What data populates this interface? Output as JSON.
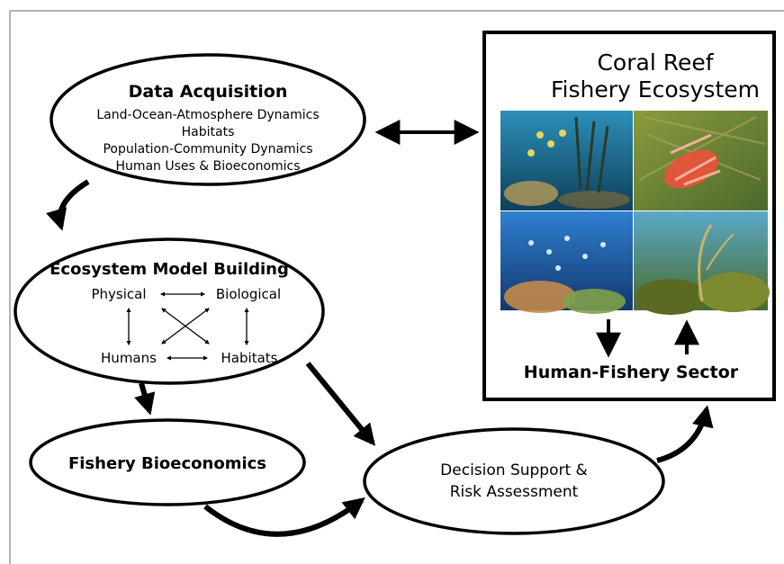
{
  "data_acquisition": {
    "title": "Data Acquisition",
    "items": [
      "Land-Ocean-Atmosphere Dynamics",
      "Habitats",
      "Population-Community Dynamics",
      "Human Uses & Bioeconomics"
    ]
  },
  "model_building": {
    "title": "Ecosystem Model Building",
    "nodes": {
      "physical": "Physical",
      "biological": "Biological",
      "humans": "Humans",
      "habitats": "Habitats"
    }
  },
  "bioeconomics": {
    "title": "Fishery Bioeconomics"
  },
  "decision": {
    "line1": "Decision Support &",
    "line2": "Risk Assessment"
  },
  "coral_reef": {
    "title_line1": "Coral Reef",
    "title_line2": "Fishery Ecosystem",
    "sector": "Human-Fishery Sector",
    "photos": [
      "reef-fish-school",
      "red-lionfish",
      "reef-fish-and-coral",
      "soft-coral-reef"
    ]
  },
  "colors": {
    "stroke": "#000000",
    "background": "#ffffff",
    "photo_teal": "#1b6f8c",
    "photo_blue": "#1f5fa8",
    "photo_green": "#5f8a3a",
    "lionfish": "#e0563a"
  }
}
